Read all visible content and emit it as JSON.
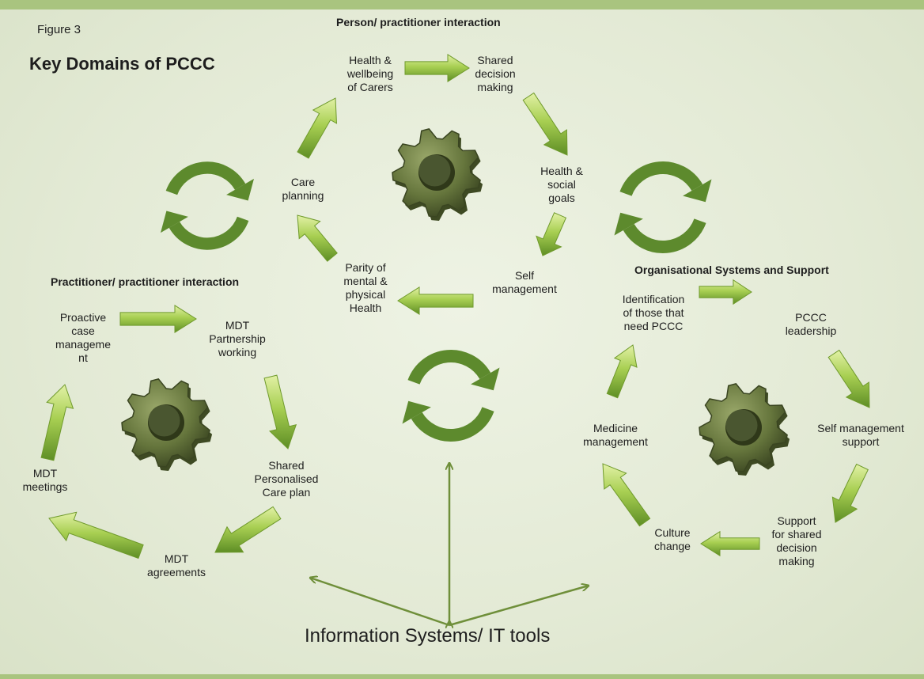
{
  "figure": {
    "label": "Figure 3",
    "title": "Key Domains of PCCC"
  },
  "person_cycle": {
    "heading": "Person/ practitioner interaction",
    "nodes": [
      [
        "Health &",
        "wellbeing",
        "of Carers"
      ],
      [
        "Shared",
        "decision",
        "making"
      ],
      [
        "Health &",
        "social",
        "goals"
      ],
      [
        "Self",
        "management"
      ],
      [
        "Parity of",
        "mental &",
        "physical",
        "Health"
      ],
      [
        "Care",
        "planning"
      ]
    ]
  },
  "practitioner_cycle": {
    "heading": "Practitioner/ practitioner interaction",
    "nodes": [
      [
        "Proactive",
        "case",
        "manageme",
        "nt"
      ],
      [
        "MDT",
        "Partnership",
        "working"
      ],
      [
        "Shared",
        "Personalised",
        "Care plan"
      ],
      [
        "MDT",
        "agreements"
      ],
      [
        "MDT",
        "meetings"
      ]
    ]
  },
  "organisational_cycle": {
    "heading": "Organisational Systems and Support",
    "nodes": [
      [
        "Identification",
        "of those that",
        "need PCCC"
      ],
      [
        "PCCC",
        "leadership"
      ],
      [
        "Self management",
        "support"
      ],
      [
        "Support",
        "for shared",
        "decision",
        "making"
      ],
      [
        "Culture",
        "change"
      ],
      [
        "Medicine",
        "management"
      ]
    ]
  },
  "hub": {
    "label": "Information Systems/ IT tools"
  },
  "colors": {
    "arrow_light": "#c6e07a",
    "arrow_dark": "#6f9a2c",
    "cycle_icon": "#5d8a2d",
    "gear": "#5e6e3a",
    "line": "#6f8f3a",
    "border": "#a9c47f"
  }
}
